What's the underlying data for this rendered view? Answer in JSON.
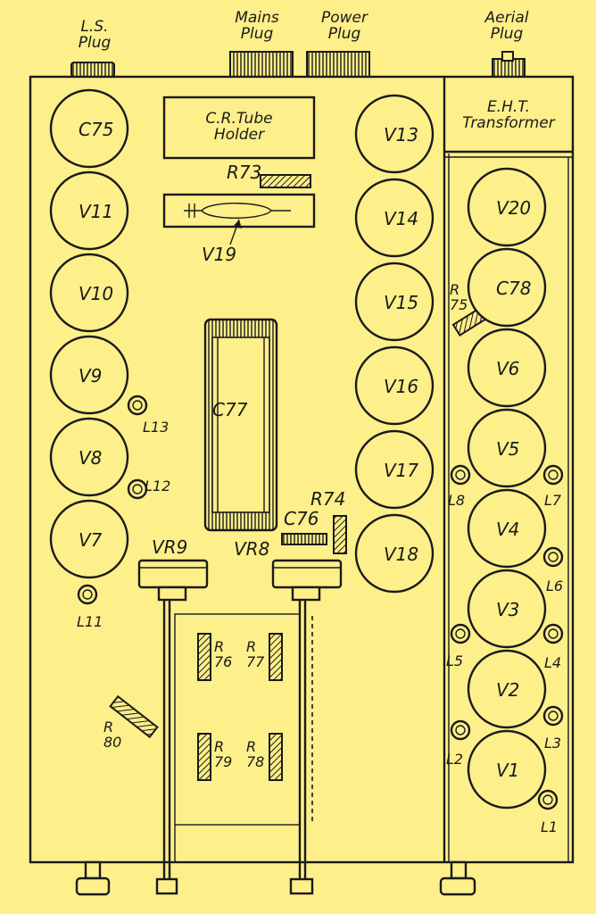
{
  "plugs": {
    "ls": "L.S.\nPlug",
    "mains": "Mains\nPlug",
    "power": "Power\nPlug",
    "aerial": "Aerial\nPlug"
  },
  "crt_holder": "C.R.Tube\nHolder",
  "eht": "E.H.T.\nTransformer",
  "left_column": [
    "C75",
    "V11",
    "V10",
    "V9",
    "V8",
    "V7"
  ],
  "center_column": [
    "V13",
    "V14",
    "V15",
    "V16",
    "V17",
    "V18"
  ],
  "right_column": [
    "V20",
    "C78",
    "V6",
    "V5",
    "V4",
    "V3",
    "V2",
    "V1"
  ],
  "labels": {
    "r73": "R73",
    "v19": "V19",
    "c77": "C77",
    "r75": "R\n75",
    "c76": "C76",
    "r74": "R74",
    "vr9": "VR9",
    "vr8": "VR8",
    "r76": "R\n76",
    "r77": "R\n77",
    "r79": "R\n79",
    "r78": "R\n78",
    "r80": "R\n80",
    "l13": "L13",
    "l12": "L12",
    "l11": "L11",
    "l8": "L8",
    "l7": "L7",
    "l6": "L6",
    "l5": "L5",
    "l4": "L4",
    "l3": "L3",
    "l2": "L2",
    "l1": "L1"
  }
}
